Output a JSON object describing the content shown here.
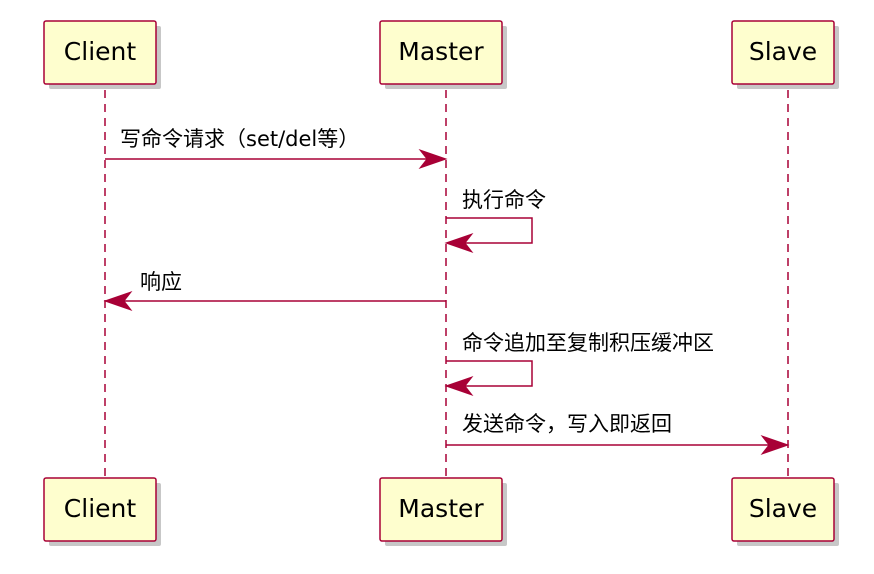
{
  "participants": {
    "client": "Client",
    "master": "Master",
    "slave": "Slave"
  },
  "messages": {
    "m1": "写命令请求（set/del等）",
    "m2": "执行命令",
    "m3": "响应",
    "m4": "命令追加至复制积压缓冲区",
    "m5": "发送命令，写入即返回"
  },
  "colors": {
    "participant_fill": "#FEFECE",
    "line": "#A80036"
  }
}
